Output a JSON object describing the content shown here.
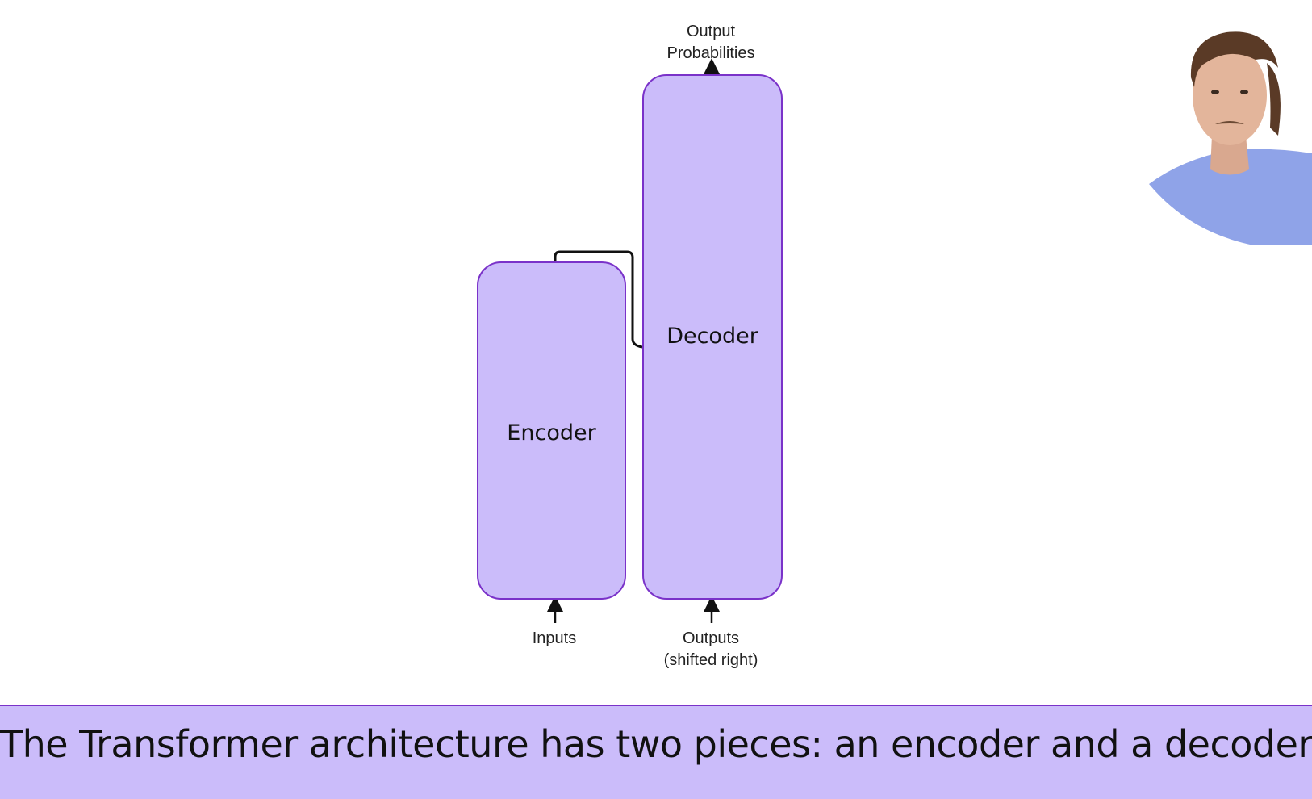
{
  "diagram": {
    "encoder_label": "Encoder",
    "decoder_label": "Decoder",
    "output_label_line1": "Output",
    "output_label_line2": "Probabilities",
    "inputs_label": "Inputs",
    "outputs_label_line1": "Outputs",
    "outputs_label_line2": "(shifted right)",
    "colors": {
      "block_fill": "#cbbcfa",
      "block_border": "#7a32c9",
      "arrow": "#111111"
    }
  },
  "presenter": {
    "icon": "presenter-webcam-thumbnail",
    "shirt_color": "#8fa3e8"
  },
  "caption": {
    "text": "The Transformer architecture has two pieces: an encoder and a decoder"
  }
}
